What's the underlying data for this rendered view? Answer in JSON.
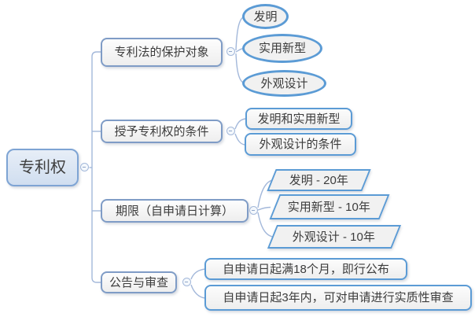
{
  "root": {
    "label": "专利权"
  },
  "branches": [
    {
      "label": "专利法的保护对象",
      "children": [
        {
          "label": "发明"
        },
        {
          "label": "实用新型"
        },
        {
          "label": "外观设计"
        }
      ]
    },
    {
      "label": "授予专利权的条件",
      "children": [
        {
          "label": "发明和实用新型"
        },
        {
          "label": "外观设计的条件"
        }
      ]
    },
    {
      "label": "期限（自申请日计算）",
      "children": [
        {
          "label": "发明 - 20年"
        },
        {
          "label": "实用新型 - 10年"
        },
        {
          "label": "外观设计 - 10年"
        }
      ]
    },
    {
      "label": "公告与审查",
      "children": [
        {
          "label": "自申请日起满18个月，即行公布"
        },
        {
          "label": "自申请日起3年内，可对申请进行实质性审查"
        }
      ]
    }
  ],
  "colors": {
    "leaf_border": "#5b9bd5",
    "branch_border": "#7f9cc6",
    "root_border": "#7ea4d4",
    "root_fill": "#dce6f2",
    "connector": "#a3b8da"
  }
}
